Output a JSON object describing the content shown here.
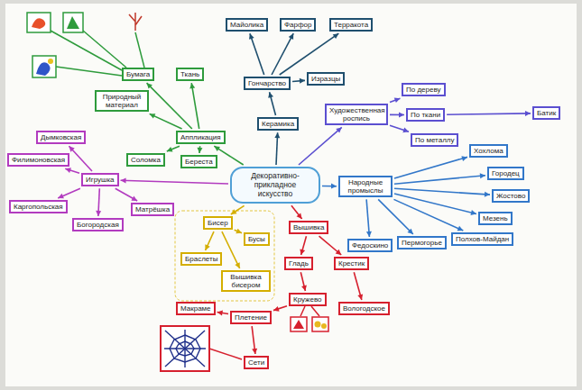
{
  "diagram": {
    "nodes": [
      {
        "text": [
          "Декоративно-прикладное искусство"
        ]
      },
      {
        "text": [
          "Аппликация"
        ]
      },
      {
        "text": [
          "Бумага"
        ]
      },
      {
        "text": [
          "Ткань"
        ]
      },
      {
        "text": [
          "Природный материал"
        ]
      },
      {
        "text": [
          "Соломка"
        ]
      },
      {
        "text": [
          "Береста"
        ]
      },
      {
        "text": [
          "Игрушка"
        ]
      },
      {
        "text": [
          "Дымковская"
        ]
      },
      {
        "text": [
          "Филимоновская"
        ]
      },
      {
        "text": [
          "Каргопольская"
        ]
      },
      {
        "text": [
          "Богородская"
        ]
      },
      {
        "text": [
          "Матрёшка"
        ]
      },
      {
        "text": [
          "Бисер"
        ]
      },
      {
        "text": [
          "Бусы"
        ]
      },
      {
        "text": [
          "Браслеты"
        ]
      },
      {
        "text": [
          "Вышивка бисером"
        ]
      },
      {
        "text": [
          "Вышивка"
        ]
      },
      {
        "text": [
          "Гладь"
        ]
      },
      {
        "text": [
          "Крестик"
        ]
      },
      {
        "text": [
          "Кружево"
        ]
      },
      {
        "text": [
          "Вологодское"
        ]
      },
      {
        "text": [
          "Плетение"
        ]
      },
      {
        "text": [
          "Макраме"
        ]
      },
      {
        "text": [
          "Сети"
        ]
      },
      {
        "text": [
          "Керамика"
        ]
      },
      {
        "text": [
          "Гончарство"
        ]
      },
      {
        "text": [
          "Майолика"
        ]
      },
      {
        "text": [
          "Фарфор"
        ]
      },
      {
        "text": [
          "Терракота"
        ]
      },
      {
        "text": [
          "Изразцы"
        ]
      },
      {
        "text": [
          "Художественная роспись"
        ]
      },
      {
        "text": [
          "По дереву"
        ]
      },
      {
        "text": [
          "По ткани"
        ]
      },
      {
        "text": [
          "По металлу"
        ]
      },
      {
        "text": [
          "Батик"
        ]
      },
      {
        "text": [
          "Народные промыслы"
        ]
      },
      {
        "text": [
          "Хохлома"
        ]
      },
      {
        "text": [
          "Городец"
        ]
      },
      {
        "text": [
          "Жостово"
        ]
      },
      {
        "text": [
          "Мезень"
        ]
      },
      {
        "text": [
          "Полхов-Майдан"
        ]
      },
      {
        "text": [
          "Пермогорье"
        ]
      },
      {
        "text": [
          "Федоскино"
        ]
      }
    ],
    "edges": [
      {
        "from": 0,
        "to": 1,
        "arrow": "to"
      },
      {
        "from": 0,
        "to": 7,
        "arrow": "to"
      },
      {
        "from": 0,
        "to": 13,
        "arrow": "to"
      },
      {
        "from": 0,
        "to": 17,
        "arrow": "to"
      },
      {
        "from": 0,
        "to": 25,
        "arrow": "to"
      },
      {
        "from": 0,
        "to": 31,
        "arrow": "to"
      },
      {
        "from": 0,
        "to": 36,
        "arrow": "to"
      },
      {
        "from": 1,
        "to": 2,
        "arrow": "to"
      },
      {
        "from": 1,
        "to": 3,
        "arrow": "to"
      },
      {
        "from": 1,
        "to": 4,
        "arrow": "to"
      },
      {
        "from": 1,
        "to": 5,
        "arrow": "to"
      },
      {
        "from": 1,
        "to": 6,
        "arrow": "to"
      },
      {
        "from": 7,
        "to": 8,
        "arrow": "to"
      },
      {
        "from": 7,
        "to": 9,
        "arrow": "to"
      },
      {
        "from": 7,
        "to": 10,
        "arrow": "to"
      },
      {
        "from": 7,
        "to": 11,
        "arrow": "to"
      },
      {
        "from": 7,
        "to": 12,
        "arrow": "to"
      },
      {
        "from": 13,
        "to": 14,
        "arrow": "to"
      },
      {
        "from": 13,
        "to": 15,
        "arrow": "to"
      },
      {
        "from": 13,
        "to": 16,
        "arrow": "to"
      },
      {
        "from": 17,
        "to": 18,
        "arrow": "to"
      },
      {
        "from": 17,
        "to": 19,
        "arrow": "to"
      },
      {
        "from": 18,
        "to": 20,
        "arrow": "to"
      },
      {
        "from": 19,
        "to": 21,
        "arrow": "to"
      },
      {
        "from": 20,
        "to": 22,
        "arrow": "to"
      },
      {
        "from": 22,
        "to": 23,
        "arrow": "to"
      },
      {
        "from": 22,
        "to": 24,
        "arrow": "to"
      },
      {
        "from": 25,
        "to": 26,
        "arrow": "to"
      },
      {
        "from": 26,
        "to": 27,
        "arrow": "to"
      },
      {
        "from": 26,
        "to": 28,
        "arrow": "to"
      },
      {
        "from": 26,
        "to": 29,
        "arrow": "to"
      },
      {
        "from": 26,
        "to": 30,
        "arrow": "to"
      },
      {
        "from": 31,
        "to": 32,
        "arrow": "to"
      },
      {
        "from": 31,
        "to": 33,
        "arrow": "to"
      },
      {
        "from": 31,
        "to": 34,
        "arrow": "to"
      },
      {
        "from": 33,
        "to": 35,
        "arrow": "to"
      },
      {
        "from": 36,
        "to": 37,
        "arrow": "to"
      },
      {
        "from": 36,
        "to": 38,
        "arrow": "to"
      },
      {
        "from": 36,
        "to": 39,
        "arrow": "to"
      },
      {
        "from": 36,
        "to": 40,
        "arrow": "to"
      },
      {
        "from": 36,
        "to": 41,
        "arrow": "to"
      },
      {
        "from": 36,
        "to": 42,
        "arrow": "to"
      },
      {
        "from": 36,
        "to": 43,
        "arrow": "to"
      }
    ]
  }
}
